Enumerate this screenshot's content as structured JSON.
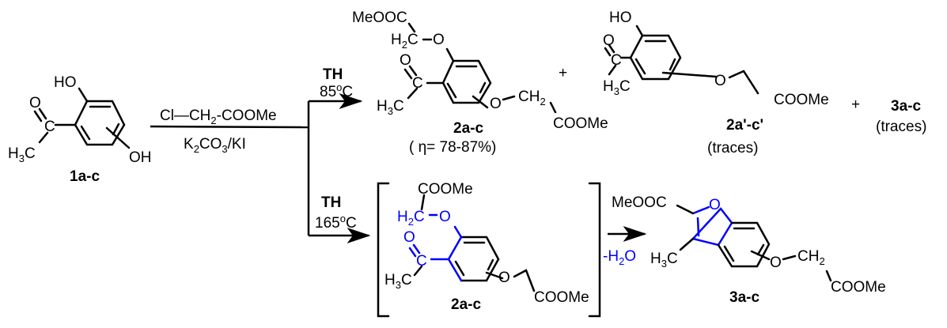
{
  "reagent": {
    "top": [
      "Cl—CH",
      "2",
      "-COOMe"
    ],
    "bottom": [
      "K",
      "2",
      "CO",
      "3",
      "/KI"
    ]
  },
  "cond_top": {
    "method": "TH",
    "temp": "85",
    "deg": "o",
    "unit": "C"
  },
  "cond_bottom": {
    "method": "TH",
    "temp": "165",
    "deg": "o",
    "unit": "C"
  },
  "atoms": {
    "HO": "HO",
    "OH": "OH",
    "O": "O",
    "C": "C",
    "MeOOC": "MeOOC",
    "COOMe": "COOMe",
    "H3C": [
      "H",
      "3",
      "C"
    ],
    "H2C": [
      "H",
      "2",
      "C"
    ],
    "CH2": [
      "CH",
      "2"
    ]
  },
  "compounds": {
    "c1": {
      "label": "1a-c"
    },
    "c2": {
      "label": "2a-c",
      "yield": "( η= 78-87%)"
    },
    "c2p": {
      "label": "2a'-c'",
      "note": "(traces)"
    },
    "c3_side": {
      "label": "3a-c",
      "note": "(traces)"
    },
    "c2_int": {
      "label": "2a-c"
    },
    "c3": {
      "label": "3a-c"
    }
  },
  "plus": "+",
  "dehydration": [
    "-H",
    "2",
    "O"
  ],
  "colors": {
    "highlight": "#0000ff",
    "ink": "#000000"
  }
}
